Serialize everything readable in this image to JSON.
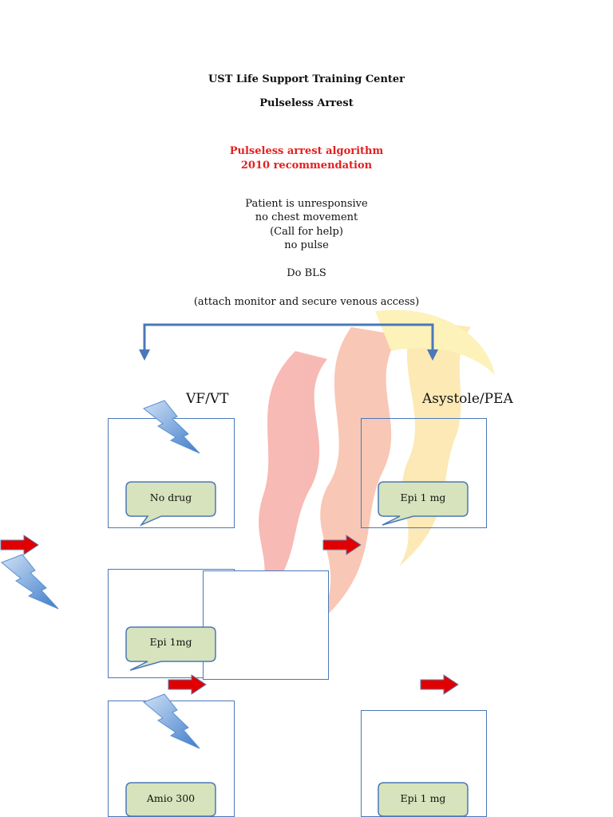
{
  "header": {
    "org": "UST Life Support Training Center",
    "subject": "Pulseless Arrest"
  },
  "subtitle": {
    "line1": "Pulseless arrest algorithm",
    "line2": "2010 recommendation",
    "color": "#e32020"
  },
  "assessment": {
    "lines": [
      "Patient is  unresponsive",
      "no chest movement",
      "(Call for help)",
      "no pulse"
    ],
    "action": "Do BLS",
    "note": "(attach monitor and secure venous access)"
  },
  "branches": {
    "left": "VF/VT",
    "right": "Asystole/PEA"
  },
  "drugs": {
    "vf_step1": "No drug",
    "vf_step2": "Epi 1mg",
    "vf_step3": "Amio 300",
    "asys_step1": "Epi 1 mg",
    "asys_step2": "Epi 1 mg"
  },
  "icons": {
    "shock": "lightning-bolt-icon",
    "next": "red-arrow-right-icon"
  },
  "colors": {
    "box_border": "#4a78b8",
    "bubble_fill": "#d6e3bc",
    "arrow_red": "#e00000",
    "bolt_blue": "#5b9bd5"
  }
}
